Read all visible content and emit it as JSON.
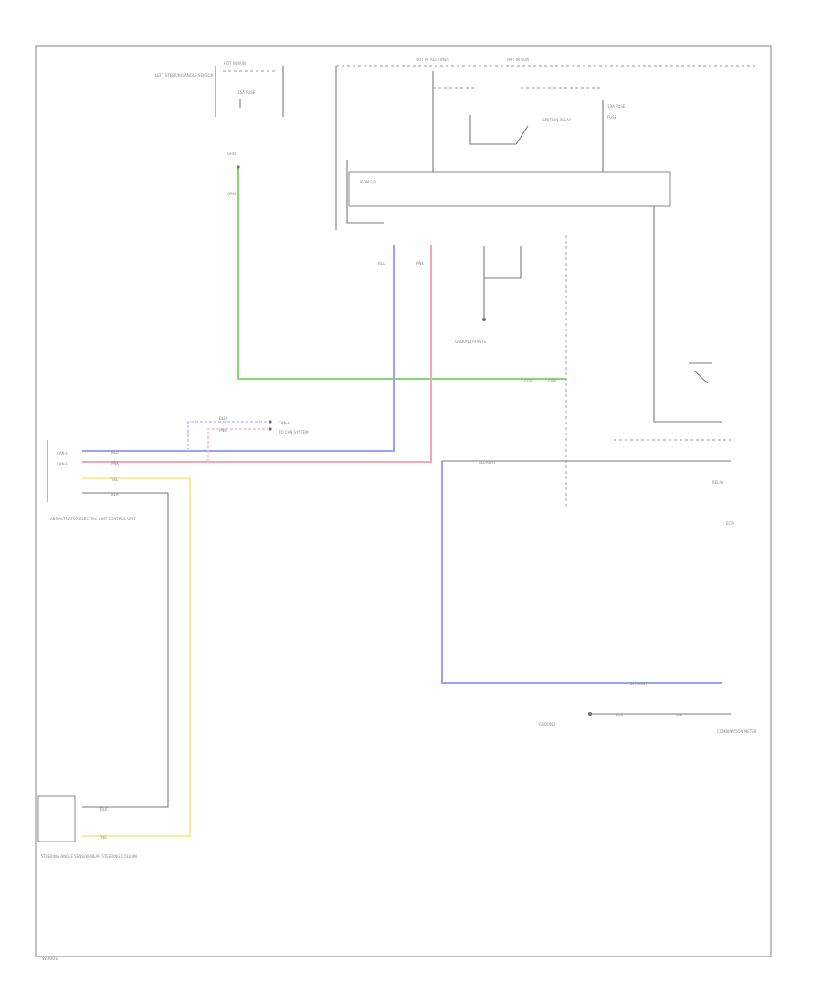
{
  "page": {
    "code": "W0000"
  },
  "labels": {
    "hot_run_left": "HOT IN RUN",
    "hot_all": "HOT AT ALL TIMES",
    "hot_run_right": "HOT IN RUN",
    "fuse_left": "15A FUSE",
    "fuse_right": "10A FUSE",
    "fuse_mid": "FUSE",
    "ignition_relay": "IGNITION RELAY",
    "ipdm": "IPDM E/R",
    "ground_text": "GROUND POINTS",
    "sensor_top": "LEFT STEERING ANGLE SENSOR",
    "wire_grn": "GRN",
    "wire_blu": "BLU",
    "wire_pnk": "PNK",
    "wire_blu_l": "BLU",
    "wire_yel": "YEL",
    "wire_blk": "BLK",
    "wire_blk2": "BLK",
    "wire_blu_wht": "BLU/WHT",
    "can_h": "CAN-H",
    "can_l": "CAN-L",
    "left_sensor": "ABS ACTUATOR ELECTRIC UNIT CONTROL UNIT",
    "right_module": "ECM",
    "right_relay": "RELAY",
    "bottom_sensor": "STEERING ANGLE SENSOR NEAR STEERING COLUMN",
    "bottom_right": "COMBINATION METER",
    "ground_bottom": "GROUND",
    "to_can": "TO CAN SYSTEM"
  },
  "colors": {
    "green": "#7fdc6a",
    "blue": "#9aa0ff",
    "pink": "#f3a6b8",
    "yellow": "#f1f19a",
    "black": "#7a7a7a"
  }
}
